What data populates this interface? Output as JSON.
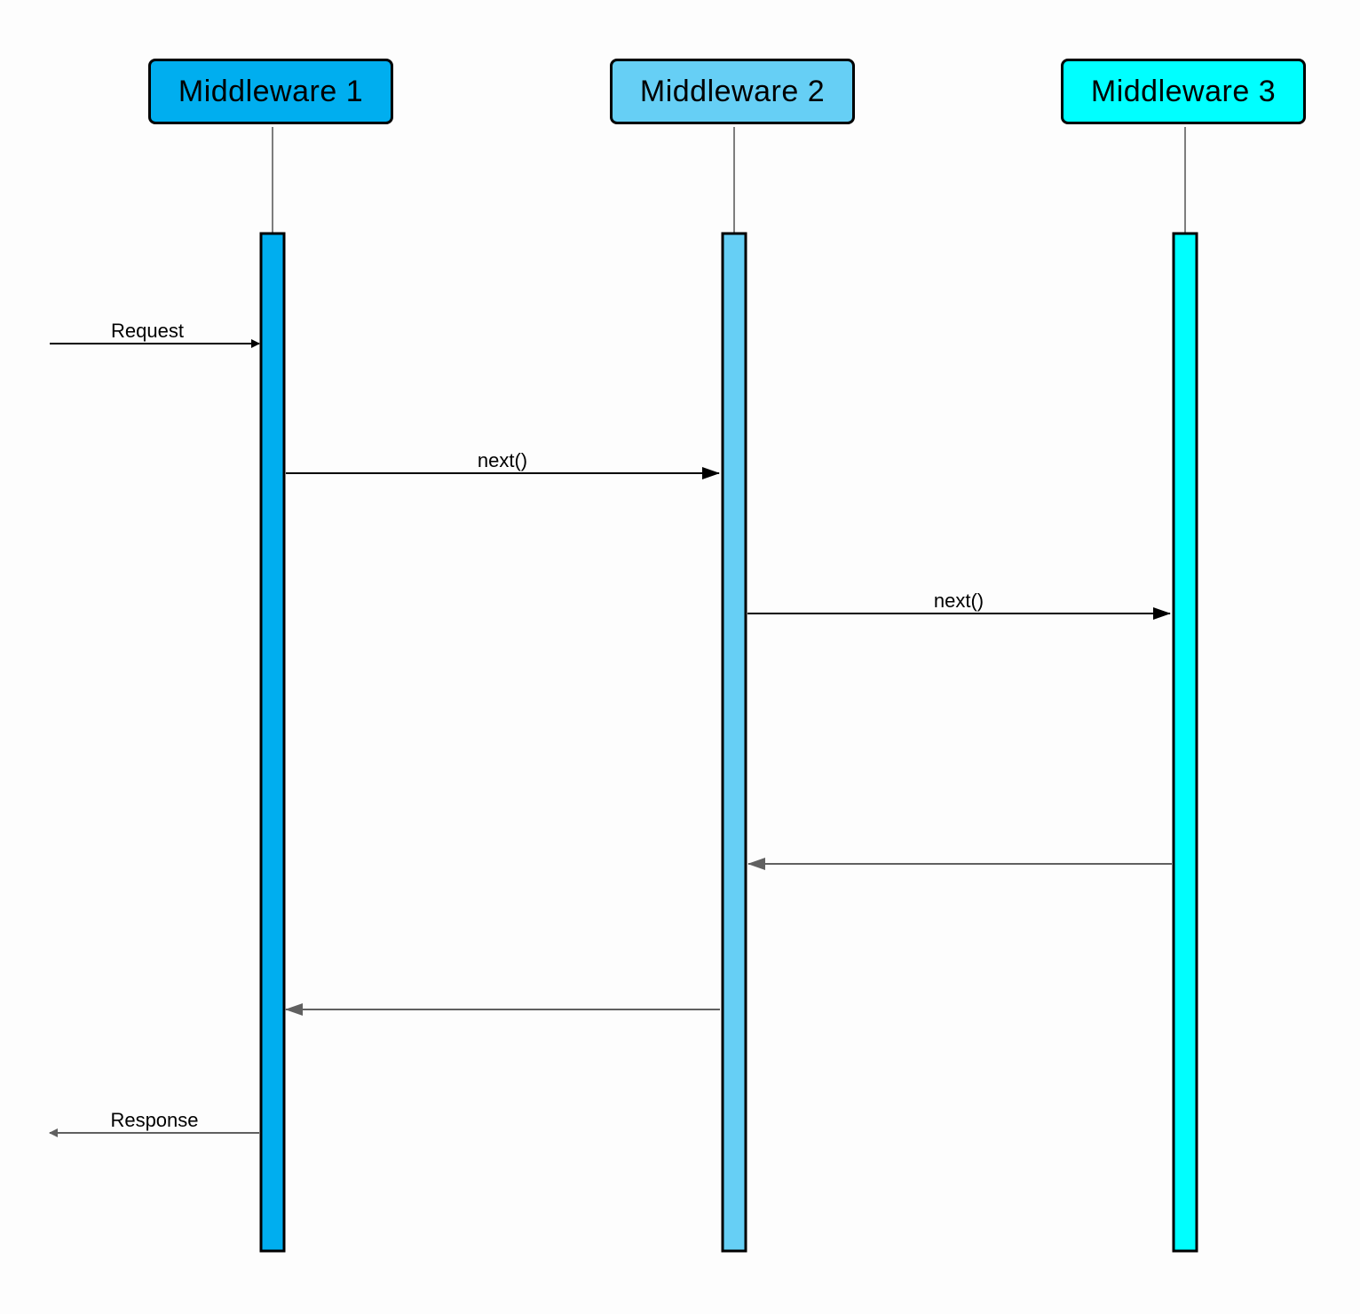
{
  "participants": [
    {
      "label": "Middleware 1",
      "color": "#00aeef"
    },
    {
      "label": "Middleware 2",
      "color": "#66cff5"
    },
    {
      "label": "Middleware 3",
      "color": "#00ffff"
    }
  ],
  "messages": {
    "request": "Request",
    "next_1": "next()",
    "next_2": "next()",
    "response": "Response"
  },
  "colors": {
    "call_arrow": "#000000",
    "return_arrow": "#606060"
  }
}
